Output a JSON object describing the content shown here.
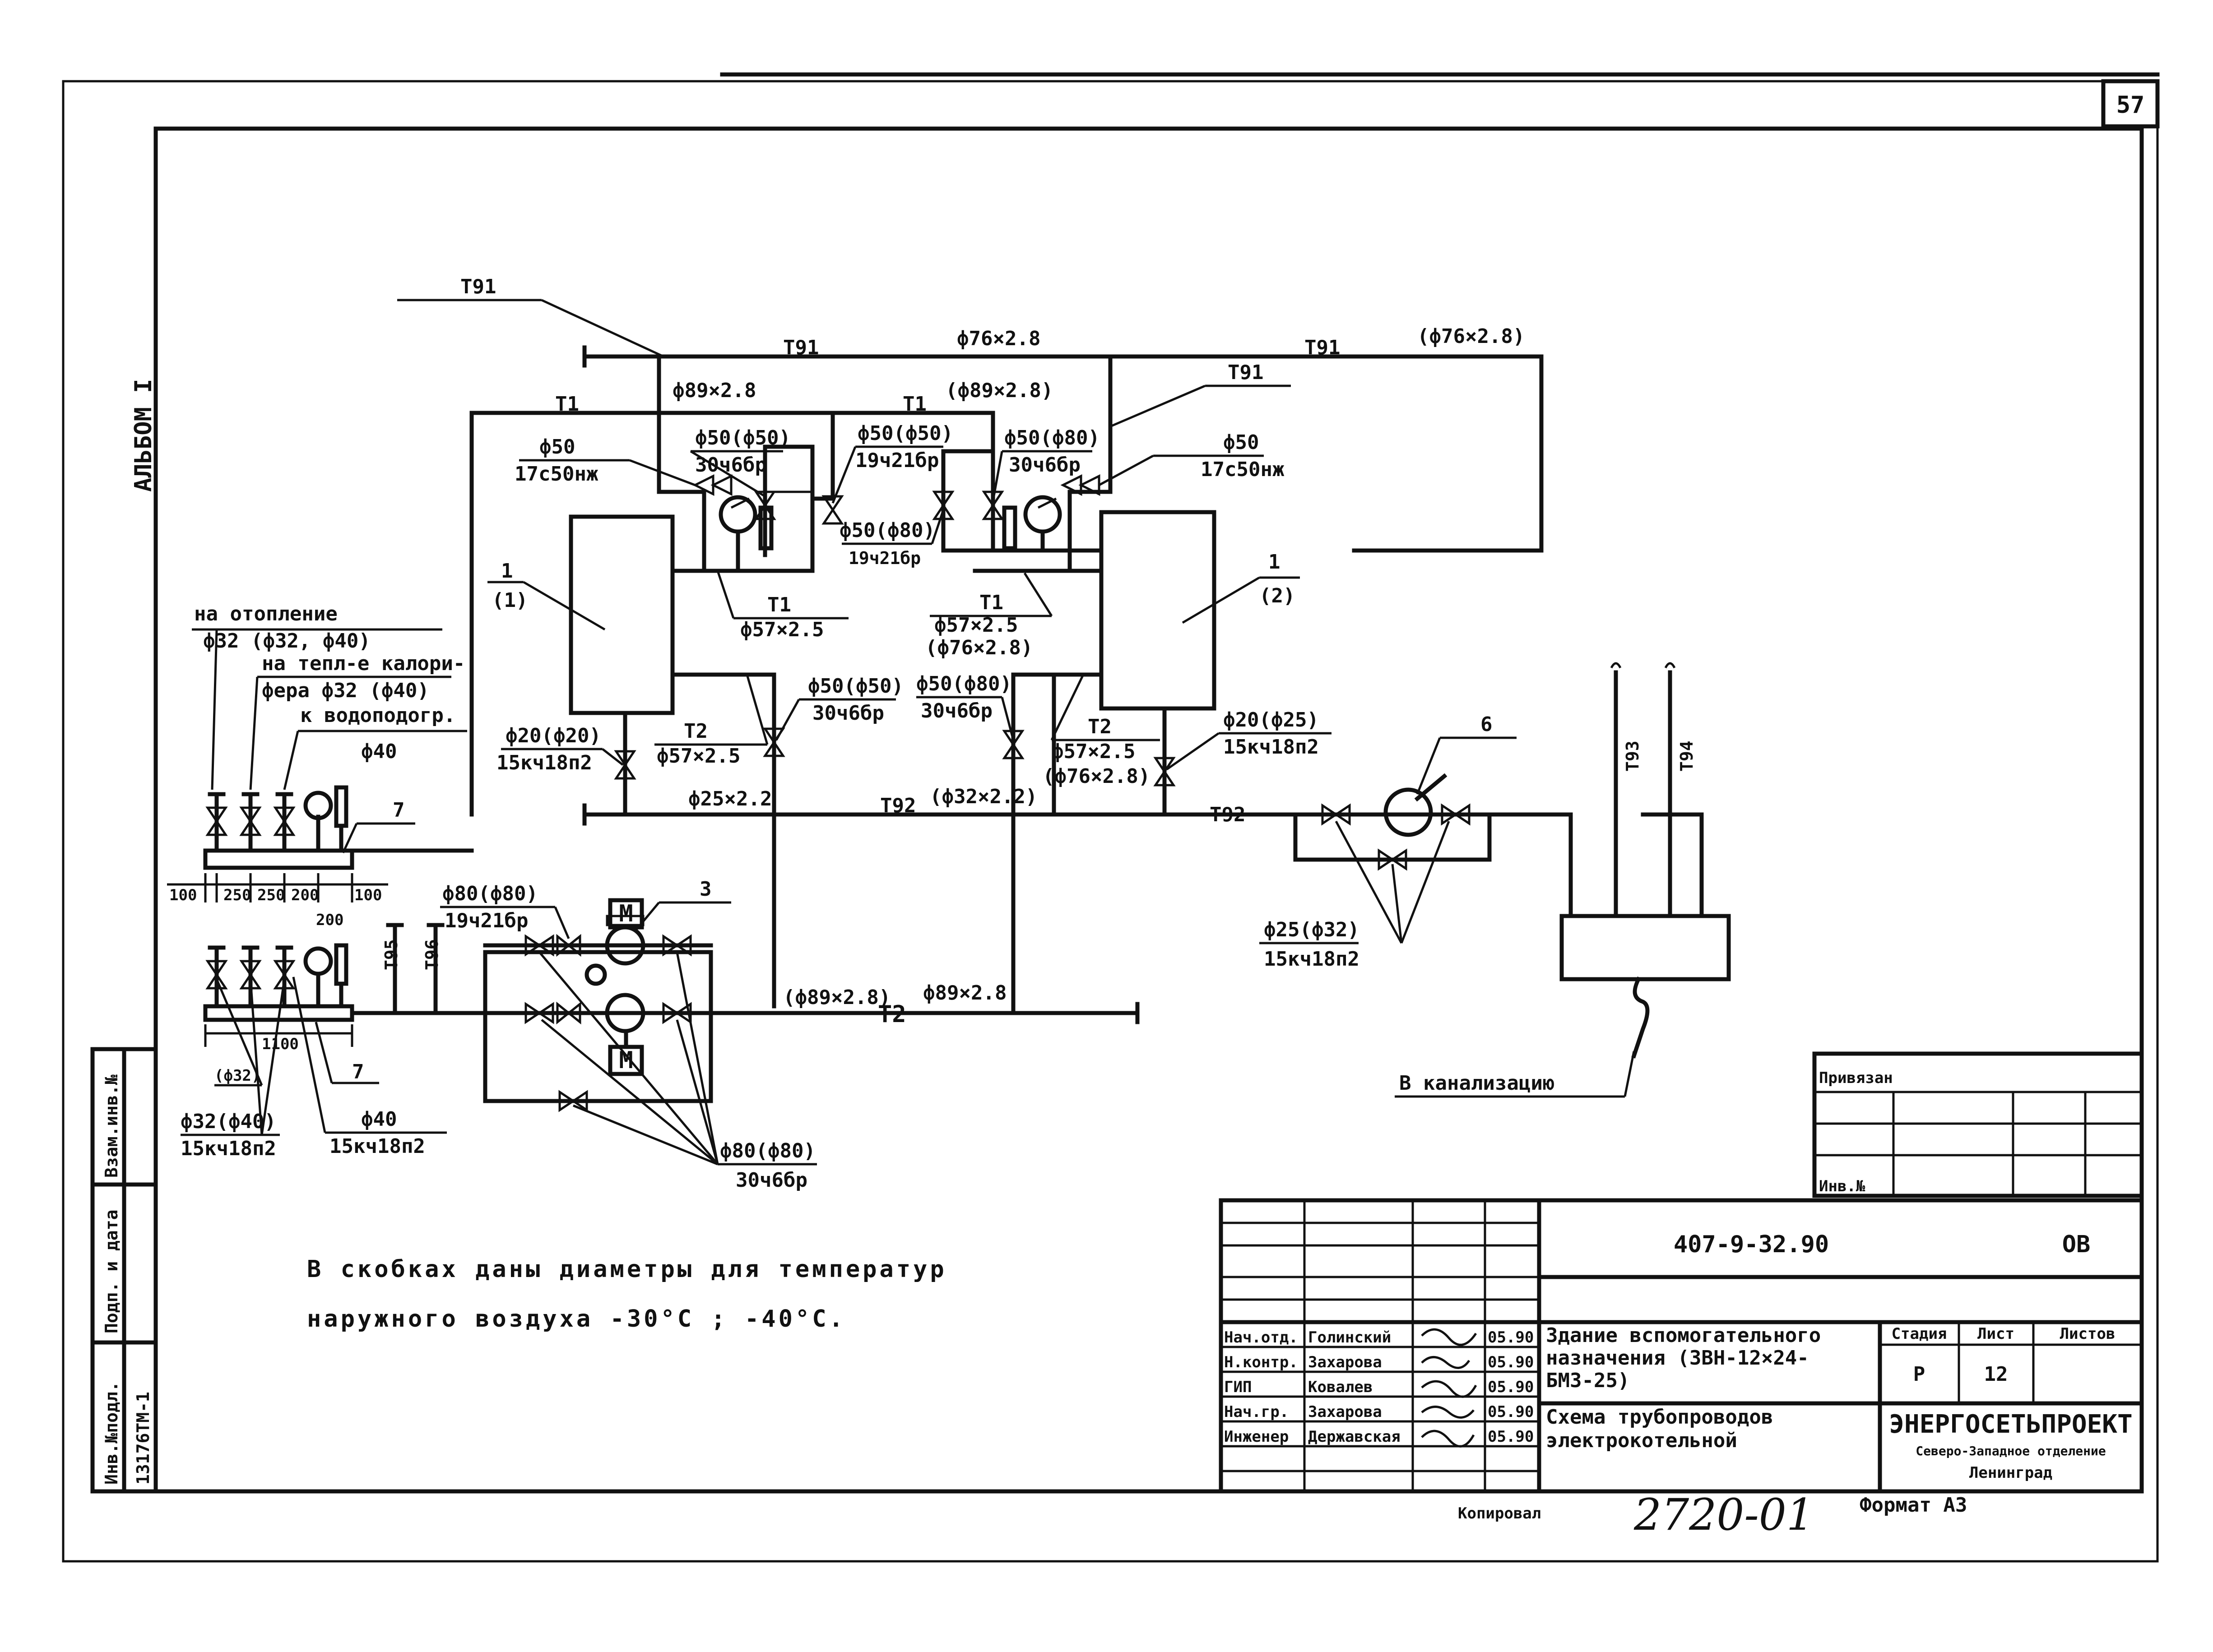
{
  "sheet": {
    "page_number": "57",
    "album": "АЛЬБОМ I",
    "format": "Формат А3",
    "copied": "Копировал",
    "inventory_handwritten": "2720-01"
  },
  "stamp_side": {
    "inv_replace": "Взам.инв.№",
    "sign_date": "Подп. и дата",
    "inv_orig": "Инв.№подл.",
    "inv_value": "13176ТМ-1"
  },
  "note": {
    "line1": "В скобках даны диаметры для температур",
    "line2": "наружного воздуха -30°С ; -40°С."
  },
  "title_block": {
    "privyazan": "Привязан",
    "inv_no": "Инв.№",
    "doc_code": "407-9-32.90",
    "mark": "ОВ",
    "building": "Здание вспомогательного назначения (3ВН-12×24-БМЗ-25)",
    "sheet_title": "Схема трубопроводов электрокотельной",
    "stage_h": "Стадия",
    "sheet_h": "Лист",
    "sheets_h": "Листов",
    "stage": "Р",
    "sheet": "12",
    "org": "ЭНЕРГОСЕТЬПРОЕКТ",
    "org_sub": "Северо-Западное отделение",
    "city": "Ленинград",
    "rows": [
      {
        "role": "Нач.отд.",
        "name": "Голинский",
        "date": "05.90"
      },
      {
        "role": "Н.контр.",
        "name": "Захарова",
        "date": "05.90"
      },
      {
        "role": "ГИП",
        "name": "Ковалев",
        "date": "05.90"
      },
      {
        "role": "Нач.гр.",
        "name": "Захарова",
        "date": "05.90"
      },
      {
        "role": "Инженер",
        "name": "Державская",
        "date": "05.90"
      }
    ]
  },
  "diagram": {
    "T91": "Т91",
    "T91_right": "Т91",
    "T91_top": "Т91",
    "T91_mid": "Т91",
    "T91_d76": "ф76×2.8",
    "T91_d76b": "(ф76×2.8)",
    "T1_left": "Т1",
    "T1_mid": "Т1",
    "d89": "ф89×2.8",
    "d89b": "(ф89×2.8)",
    "v_l1_d": "ф50",
    "v_l1_t": "17с50нж",
    "v_l2_d": "ф50(ф50)",
    "v_l2_t": "30ч6бр",
    "v_l3_d": "ф50(ф50)",
    "v_l3_t": "19ч21бр",
    "v_m_d": "ф50(ф80)",
    "v_m_t": "19ч21бр",
    "v_r2_d": "ф50(ф80)",
    "v_r2_t": "30ч6бр",
    "v_r1_d": "ф50",
    "v_r1_t": "17с50нж",
    "boiler1": "1",
    "boiler1_n": "(1)",
    "boiler2": "1",
    "boiler2_n": "(2)",
    "T1_l": "Т1",
    "T1_l_d": "ф57×2.5",
    "T1_r": "Т1",
    "T1_r_d": "ф57×2.5",
    "T1_r_d2": "(ф76×2.8)",
    "T2_l": "Т2",
    "T2_l_d": "ф57×2.5",
    "T2_r": "Т2",
    "T2_r_d": "ф57×2.5",
    "T2_r_d2": "(ф76×2.8)",
    "v20l_d": "ф20(ф20)",
    "v20l_t": "15кч18п2",
    "v50l_d": "ф50(ф50)",
    "v50l_t": "30ч6бр",
    "v50r_d": "ф50(ф80)",
    "v50r_t": "30ч6бр",
    "v20r_d": "ф20(ф25)",
    "v20r_t": "15кч18п2",
    "T92_l": "Т92",
    "T92_r": "Т92",
    "d25": "ф25×2.2",
    "d32": "(ф32×2.2)",
    "heat_1": "на отопление",
    "heat_1d": "ф32 (ф32, ф40)",
    "heat_2": "на тепл-е калори-",
    "heat_2b": "фера ф32 (ф40)",
    "heat_3": "к водоподогр.",
    "heat_3d": "ф40",
    "col7_top": "7",
    "dim100a": "100",
    "dim250a": "250",
    "dim250b": "250",
    "dim200a": "200",
    "dim200b": "200",
    "dim100b": "100",
    "T95": "Т95",
    "T96": "Т96",
    "v80_d": "ф80(ф80)",
    "v80_t": "19ч21бр",
    "pump3": "3",
    "motor": "М",
    "d89c": "(ф89×2.8)",
    "T2_main": "Т2",
    "d89d": "ф89×2.8",
    "dim1100": "1100",
    "col7_bot": "7",
    "v32": "(ф32)",
    "v32_d": "ф32(ф40)",
    "v32_t": "15кч18п2",
    "v40_d": "ф40",
    "v40_t": "15кч18п2",
    "v80b_d": "ф80(ф80)",
    "v80b_t": "30ч6бр",
    "tank6": "6",
    "v25_d": "ф25(ф32)",
    "v25_t": "15кч18п2",
    "T93": "Т93",
    "T94": "Т94",
    "sewer": "В канализацию"
  }
}
